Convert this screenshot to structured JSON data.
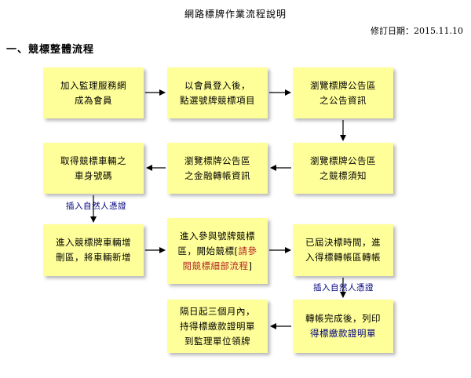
{
  "document": {
    "title": "網路標牌作業流程說明",
    "revision_label": "修訂日期：",
    "revision_date": "2015.11.10",
    "section_heading": "一、競標整體流程"
  },
  "flow": {
    "step1": {
      "line1": "加入監理服務網",
      "line2": "成為會員"
    },
    "step2": {
      "line1": "以會員登入後，",
      "line2": "點選號牌競標項目"
    },
    "step3": {
      "line1": "瀏覽標牌公告區",
      "line2": "之公告資訊"
    },
    "step4": {
      "line1": "瀏覽標牌公告區",
      "line2": "之競標須知"
    },
    "step5": {
      "line1": "瀏覽標牌公告區",
      "line2": "之金融轉帳資訊"
    },
    "step6": {
      "line1": "取得競標車輛之",
      "line2": "車身號碼"
    },
    "step7": {
      "line1": "進入競標牌車輛增",
      "line2": "刪區，將車輛新增"
    },
    "step8": {
      "line1": "進入參與號牌競標",
      "line2_plain": "區，開始競標[",
      "line2_highlight": "請參",
      "line3_highlight": "閱競標細部流程",
      "line3_plain": "]"
    },
    "step9": {
      "line1": "已屆決標時間，進",
      "line2": "入得標轉帳區轉帳"
    },
    "step10": {
      "line1": "轉帳完成後，列印",
      "line2": "得標繳款證明單"
    },
    "step11": {
      "line1": "隔日起三個月內，",
      "line2": "持得標繳款證明單",
      "line3": "到監理單位領牌"
    }
  },
  "notes": {
    "insert_citizen_cert_1": "插入自然人憑證",
    "insert_citizen_cert_2": "插入自然人憑證"
  },
  "colors": {
    "box_fill": "#ffff99",
    "highlight_text": "#b22222",
    "note_text": "#000080"
  }
}
